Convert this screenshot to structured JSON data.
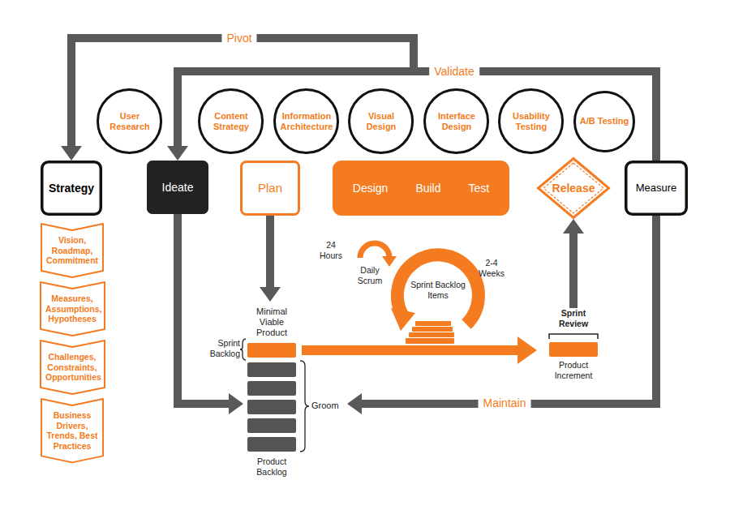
{
  "diagram": {
    "nodes": [
      {
        "text": [
          "User Research"
        ]
      },
      {
        "text": [
          "Content Strategy"
        ]
      },
      {
        "text": [
          "Information Architecture"
        ]
      },
      {
        "text": [
          "Visual Design"
        ]
      },
      {
        "text": [
          "Interface Design"
        ]
      },
      {
        "text": [
          "Usability Testing"
        ]
      },
      {
        "text": [
          "A/B Testing"
        ]
      },
      {
        "text": [
          "Strategy"
        ]
      },
      {
        "text": [
          "Ideate"
        ]
      },
      {
        "text": [
          "Plan"
        ]
      },
      {
        "text": [
          "Design",
          "Build",
          "Test"
        ]
      },
      {
        "text": [
          "Release"
        ]
      },
      {
        "text": [
          "Measure"
        ]
      },
      {
        "text": [
          "Vision, Roadmap, Commitment"
        ]
      },
      {
        "text": [
          "Measures, Assumptions, Hypotheses"
        ]
      },
      {
        "text": [
          "Challenges, Constraints, Opportunities"
        ]
      },
      {
        "text": [
          "Business Drivers, Trends, Best Practices"
        ]
      },
      {
        "text": [
          "Minimal Viable Product",
          "Sprint Backlog"
        ]
      },
      {
        "text": [
          "Groom",
          "Product Backlog"
        ]
      },
      {
        "text": [
          "Sprint Review",
          "Product Increment"
        ]
      }
    ],
    "edges": [
      {
        "from": 12,
        "to": 7,
        "arrow": "to",
        "label": "Pivot"
      },
      {
        "from": 12,
        "to": 8,
        "arrow": "to",
        "label": "Validate"
      },
      {
        "from": 8,
        "to": 18,
        "arrow": "to"
      },
      {
        "from": 9,
        "to": 17,
        "arrow": "to"
      },
      {
        "from": 17,
        "to": 19,
        "arrow": "to"
      },
      {
        "from": 19,
        "to": 11,
        "arrow": "to"
      },
      {
        "from": 12,
        "to": 18,
        "arrow": "to",
        "label": "Maintain"
      }
    ],
    "labels": [
      "24 Hours",
      "Daily Scrum",
      "2-4 Weeks",
      "Sprint Backlog Items"
    ]
  }
}
